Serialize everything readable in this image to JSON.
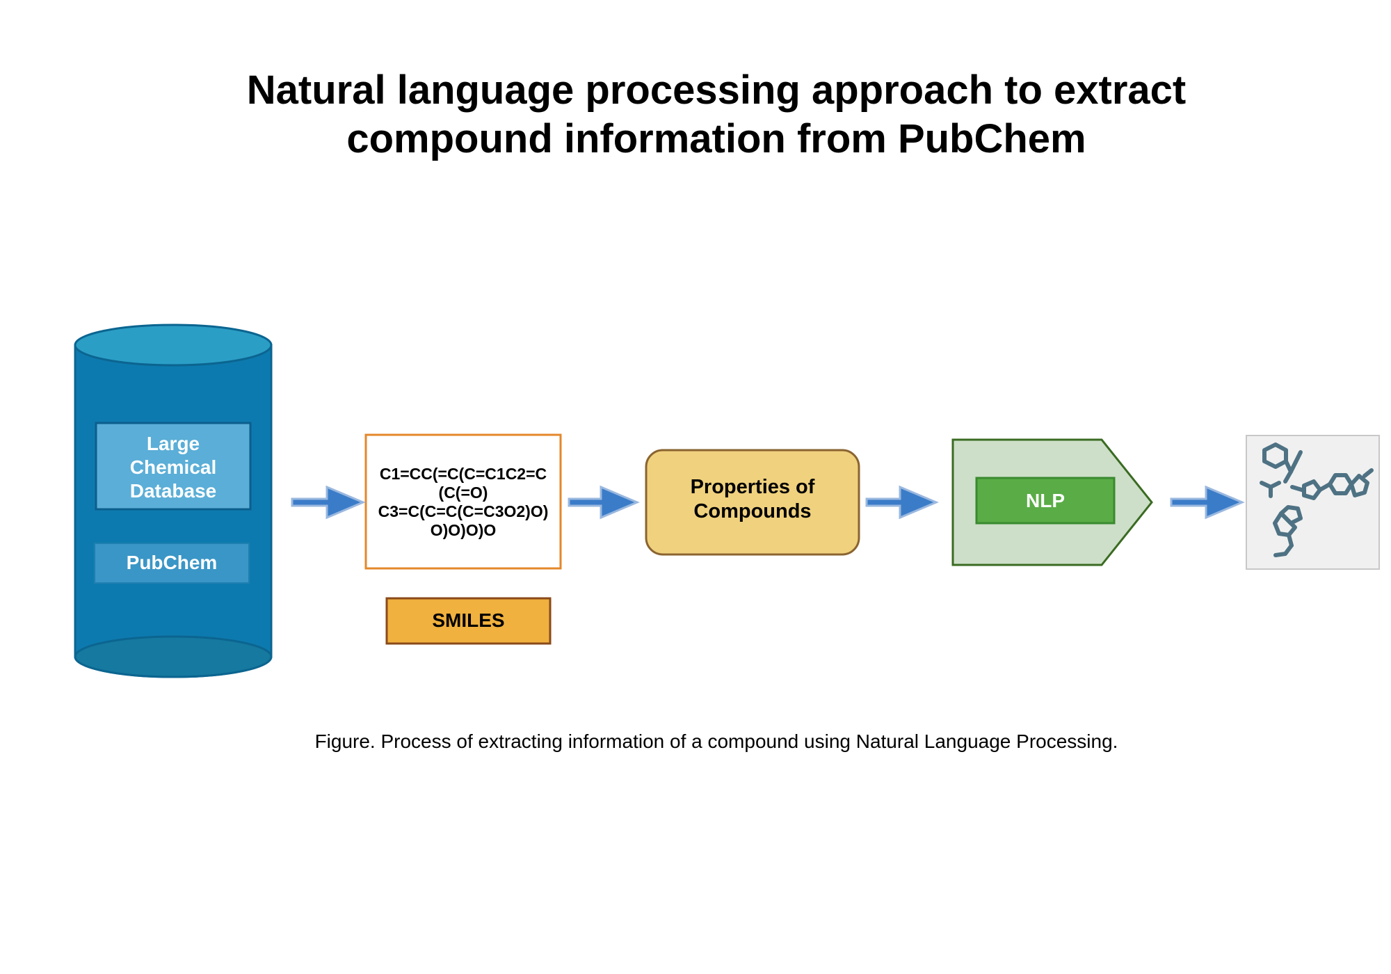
{
  "title": {
    "line1": "Natural language processing approach to extract",
    "line2": "compound information from PubChem"
  },
  "database": {
    "label_lines": [
      "Large",
      "Chemical",
      "Database"
    ],
    "source": "PubChem",
    "colors": {
      "body": "#0d7aaf",
      "top": "#2b9ec6",
      "label_box": "#5aaed7",
      "source_box": "#3a96c6"
    }
  },
  "smiles_box": {
    "lines": [
      "C1=CC(=C(C=C1C2=C",
      "(C(=O)",
      "C3=C(C=C(C=C3O2)O)",
      "O)O)O)O"
    ],
    "tag": "SMILES",
    "colors": {
      "border": "#e4872a",
      "tag_fill": "#f0b13e",
      "tag_border": "#8a4a1a"
    }
  },
  "properties": {
    "lines": [
      "Properties of",
      "Compounds"
    ],
    "colors": {
      "fill": "#f0d17e",
      "border": "#8a6430"
    }
  },
  "nlp": {
    "label": "NLP",
    "colors": {
      "fill": "#cddfc8",
      "border": "#3a6b22",
      "label_fill": "#5aac46"
    }
  },
  "molecules": {
    "icon": "molecule-structures-icon",
    "colors": {
      "bg": "#f0f0f0",
      "stroke": "#4e7283"
    }
  },
  "arrows": {
    "color": "#3a7cc8",
    "outline": "#9ab8df"
  },
  "caption": "Figure. Process of extracting information of a compound using Natural Language Processing."
}
